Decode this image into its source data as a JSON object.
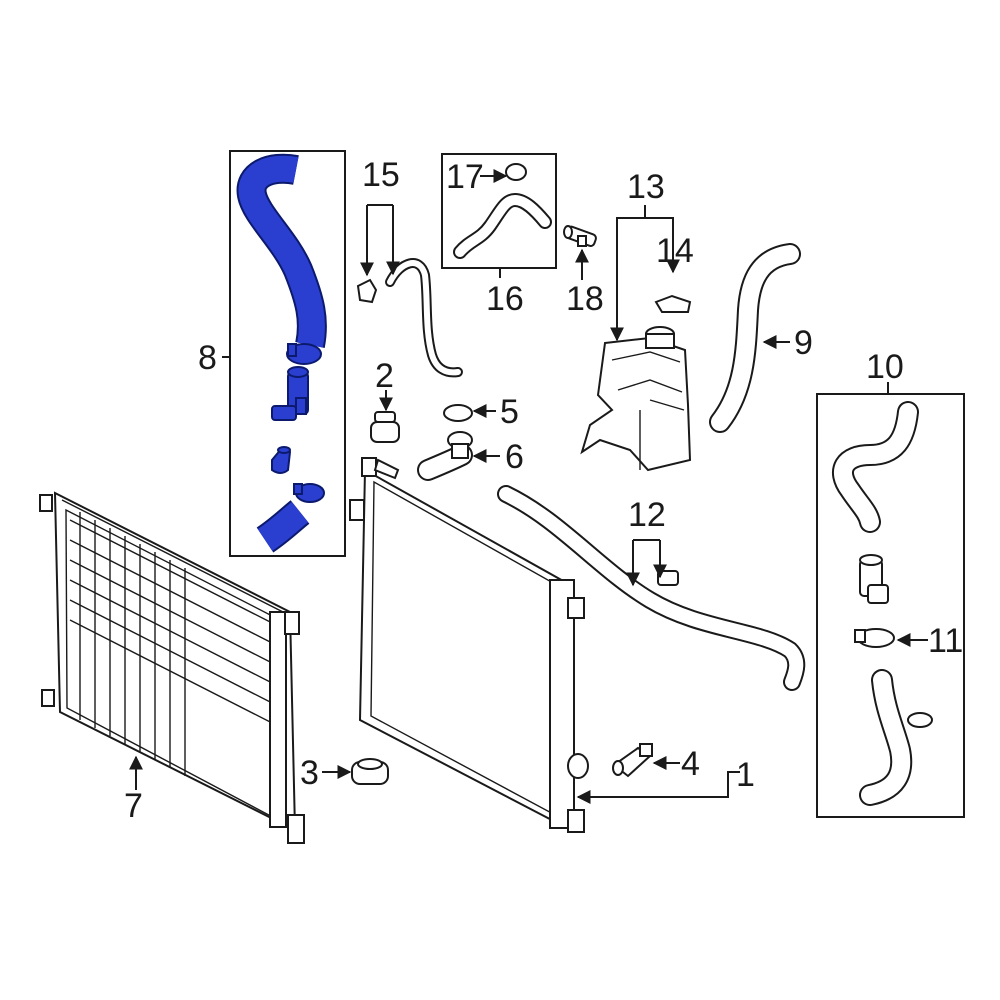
{
  "diagram": {
    "colors": {
      "highlight": "#2a3fcf",
      "line": "#1a1a1a",
      "background": "#ffffff"
    },
    "callouts": {
      "c1": "1",
      "c2": "2",
      "c3": "3",
      "c4": "4",
      "c5": "5",
      "c6": "6",
      "c7": "7",
      "c8": "8",
      "c9": "9",
      "c10": "10",
      "c11": "11",
      "c12": "12",
      "c13": "13",
      "c14": "14",
      "c15": "15",
      "c16": "16",
      "c17": "17",
      "c18": "18"
    },
    "highlighted_part": "8"
  }
}
